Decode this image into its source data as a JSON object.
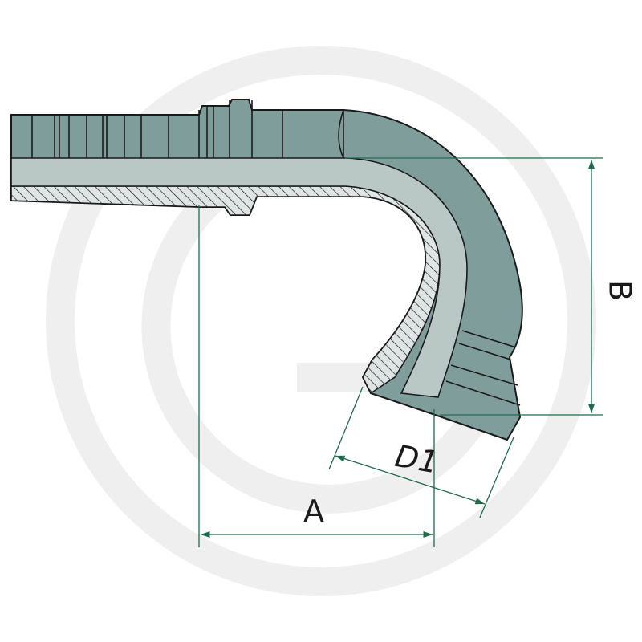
{
  "diagram": {
    "labels": {
      "dim_a": "A",
      "dim_b": "B",
      "dim_d1": "D1"
    }
  },
  "colors": {
    "body_fill": "#7f9d9b",
    "bore_fill": "#b9c7c5",
    "outline": "#1a1a1a",
    "dimension_line": "#1f6b4a",
    "watermark": "#eeeeee"
  },
  "icons": {
    "watermark": "g-logo-watermark"
  }
}
